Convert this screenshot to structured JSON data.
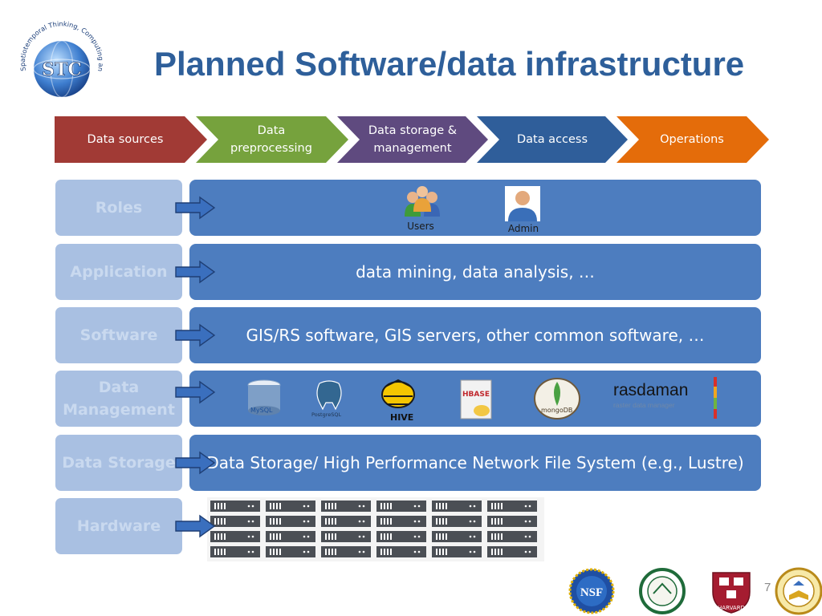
{
  "title": "Planned Software/data infrastructure",
  "logo": {
    "acronym": "STC",
    "ring_text": "Spatiotemporal Thinking, Computing and Applications"
  },
  "pipeline": [
    {
      "label": "Data sources",
      "color": "#a13a35"
    },
    {
      "label": "Data\npreprocessing",
      "color": "#76a23d"
    },
    {
      "label": "Data storage &\nmanagement",
      "color": "#5f4a7f"
    },
    {
      "label": "Data access",
      "color": "#2f5e9a"
    },
    {
      "label": "Operations",
      "color": "#e46c0a"
    }
  ],
  "layers": {
    "roles": {
      "label": "Roles",
      "users_caption": "Users",
      "admin_caption": "Admin"
    },
    "application": {
      "label": "Application",
      "text": "data mining, data analysis, …"
    },
    "software": {
      "label": "Software",
      "text": "GIS/RS software, GIS servers, other common software, …"
    },
    "data_management": {
      "label": "Data\nManagement",
      "logos": {
        "mysql": "MySQL",
        "postgres": "PostgreSQL",
        "hive": "HIVE",
        "hbase": "HBASE",
        "mongodb": "mongoDB",
        "rasdaman": "rasdaman",
        "rasdaman_tagline": "raster data manager"
      }
    },
    "data_storage": {
      "label": "Data Storage",
      "text": "Data Storage/ High Performance Network File System (e.g., Lustre)"
    },
    "hardware": {
      "label": "Hardware"
    }
  },
  "footer_logos": [
    "NSF",
    "GMU",
    "HARVARD",
    "seal"
  ],
  "page_number": "7",
  "colors": {
    "title": "#2e5f9a",
    "panel": "#4d7dbf",
    "label_box": "#a9c0e2",
    "label_text": "#c9d9ef"
  }
}
